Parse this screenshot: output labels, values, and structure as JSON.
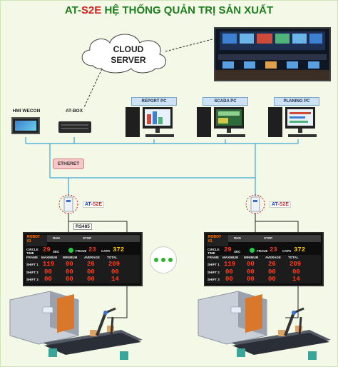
{
  "title": {
    "prefix": "AT-",
    "brand": "S2E",
    "rest": " HỆ THỐNG QUẢN TRỊ SẢN XUẤT"
  },
  "cloud": {
    "line1": "CLOUD",
    "line2": "SERVER"
  },
  "devices": {
    "hmi": "HMI WECON",
    "atbox": "AT-BOX",
    "report_pc": "REPORT PC",
    "scada_pc": "SCADA PC",
    "planing_pc": "PLANING PC"
  },
  "network": {
    "ethernet": "ETHERET",
    "rs485": "RS485"
  },
  "s2e_tag": {
    "prefix": "AT-",
    "brand": "S2E"
  },
  "board": {
    "robot": "ROBOT",
    "robot_no": "01",
    "run": "RUN",
    "stop": "STOP",
    "cycle_time_label": "CIRCLE TIME",
    "cycle_time": "29",
    "sec": "SEC",
    "fraud_label": "FRAU8",
    "fraud": "23",
    "capa_label": "CAPA",
    "capa": "372",
    "columns": [
      "FRAME",
      "MAXIMUM",
      "MINIMUM",
      "AVERAGE",
      "TOTAL"
    ],
    "shifts": [
      {
        "name": "SHIFT 1",
        "values": [
          "119",
          "00",
          "26",
          "209"
        ]
      },
      {
        "name": "SHIFT 2",
        "values": [
          "00",
          "00",
          "00",
          "00"
        ]
      },
      {
        "name": "SHIFT 3",
        "values": [
          "00",
          "00",
          "00",
          "14"
        ]
      }
    ]
  },
  "colors": {
    "title_green": "#1e7d1e",
    "brand_red": "#d42020",
    "network_line": "#3aa6d8",
    "board_digits": "#ff3a1a"
  }
}
